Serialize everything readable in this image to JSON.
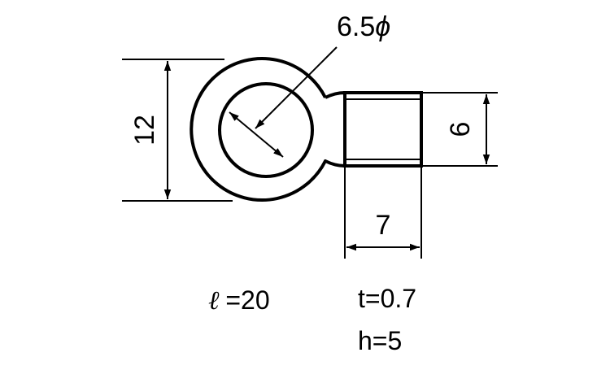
{
  "diagram": {
    "dimensions": {
      "hole_diameter": "6.5",
      "hole_diameter_symbol": "ϕ",
      "ring_outer_diameter": "12",
      "barrel_height": "6",
      "barrel_length": "7"
    },
    "specs": {
      "length_symbol": "ℓ",
      "length_value": "=20",
      "thickness": "t=0.7",
      "height": "h=5"
    },
    "colors": {
      "stroke": "#000000",
      "background": "#ffffff"
    }
  }
}
